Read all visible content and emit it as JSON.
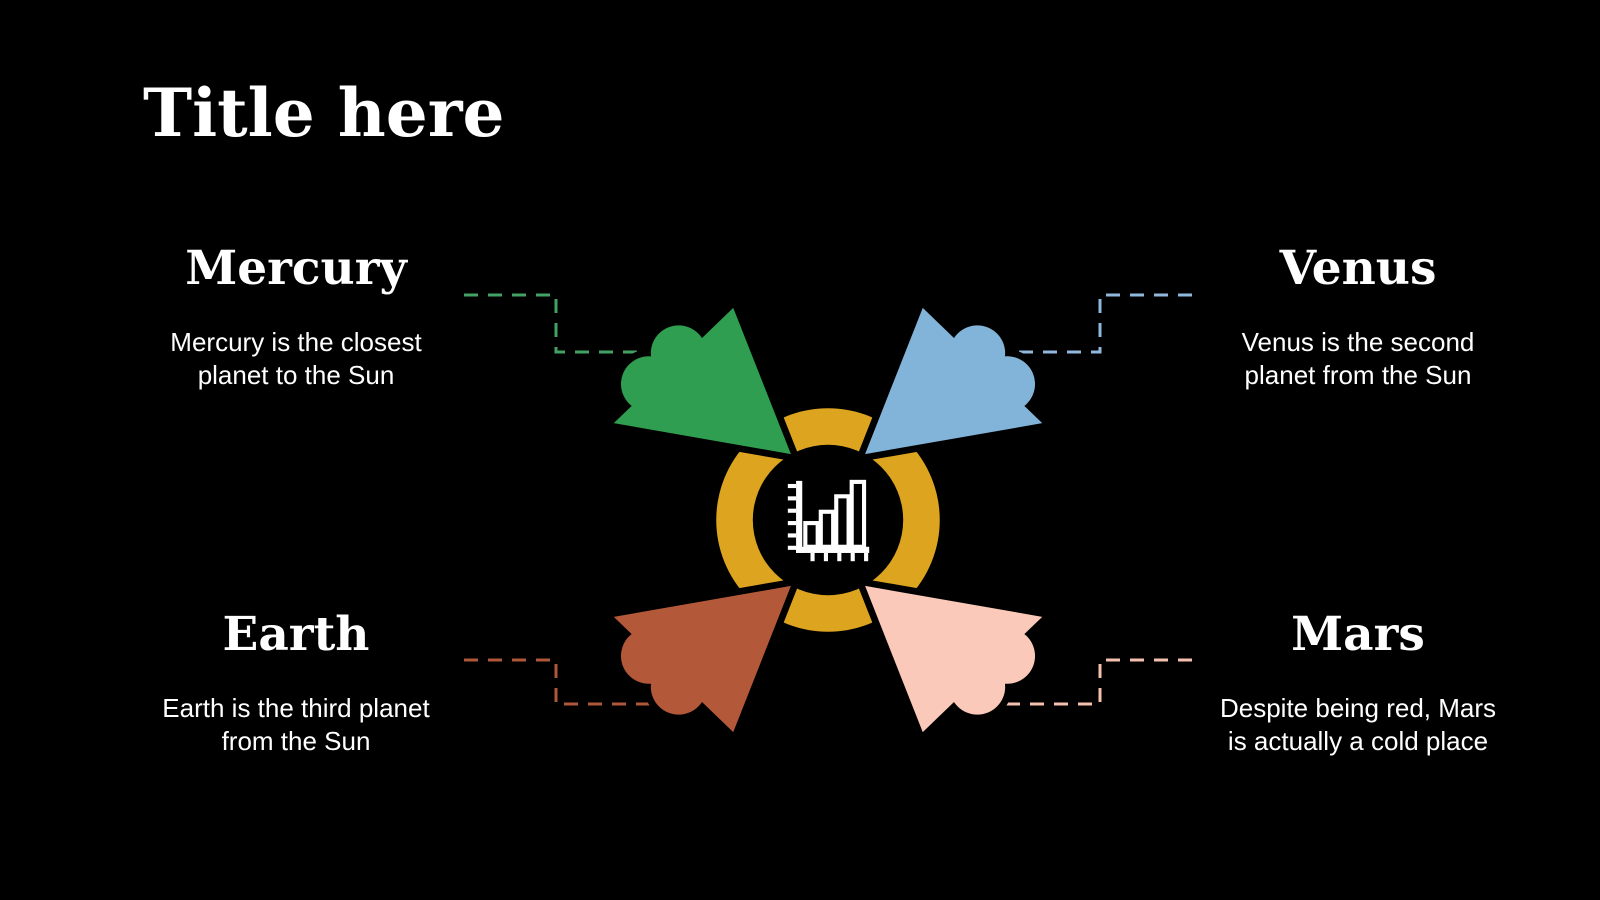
{
  "title": "Title here",
  "colors": {
    "background": "#000000",
    "text": "#ffffff",
    "ring": "#dca41f",
    "icon": "#ffffff"
  },
  "center_icon": "bar-chart-icon",
  "planets": [
    {
      "name": "Mercury",
      "desc1": "Mercury is the closest",
      "desc2": "planet to the Sun",
      "petal_color": "#2f9e50",
      "line_color": "#44a164"
    },
    {
      "name": "Venus",
      "desc1": "Venus is the second",
      "desc2": "planet from the Sun",
      "petal_color": "#82b4da",
      "line_color": "#90b8dc"
    },
    {
      "name": "Earth",
      "desc1": "Earth is the third planet",
      "desc2": "from the Sun",
      "petal_color": "#b4583a",
      "line_color": "#af573a"
    },
    {
      "name": "Mars",
      "desc1": "Despite being red, Mars",
      "desc2": "is actually a cold place",
      "petal_color": "#fbc9b9",
      "line_color": "#f3c1ae"
    }
  ]
}
